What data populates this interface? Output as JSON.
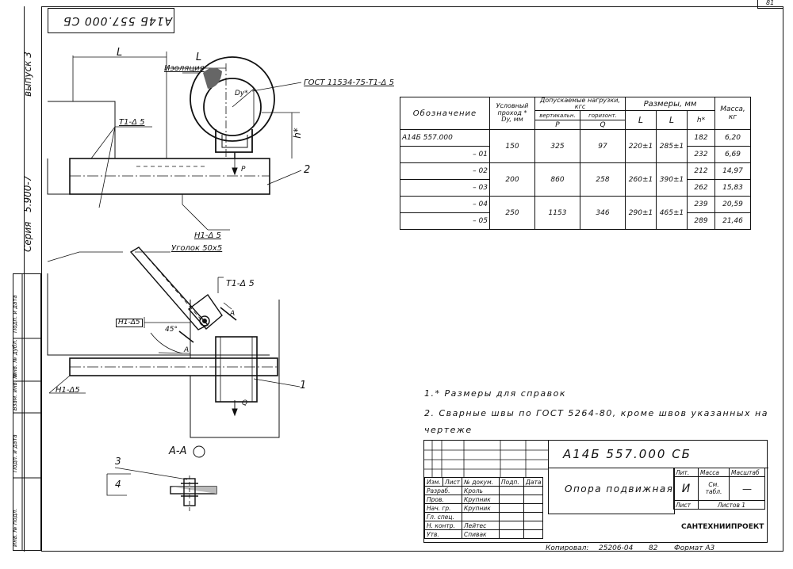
{
  "sheet_number": "81",
  "mirrored_code": "А14Б 557.000 СБ",
  "left_strip": {
    "issue": "выпуск 3",
    "series_value": "5.900-7",
    "series_label": "Серия",
    "stamps": [
      "Подп. и дата",
      "Инв. № дубл.",
      "Взам. инв. №",
      "Подп. и дата",
      "Инв. № подл."
    ]
  },
  "labels": {
    "dim_L1": "L",
    "dim_L2": "L",
    "insulation": "Изоляция",
    "gost_weld": "ГОСТ 11534-75-Т1-Δ 5",
    "dy": "Dy*",
    "h_star": "h*",
    "p_load": "P",
    "t1_top": "Т1-Δ 5",
    "pos2": "2",
    "h1_top": "Н1-Δ 5",
    "angle": "Уголок 50х5",
    "t1_mid": "Т1-Δ 5",
    "h1_mid": "Н1-Δ5",
    "deg45": "45°",
    "a_mark1": "А",
    "a_mark2": "А",
    "pos1": "1",
    "q_load": "Q",
    "h1_low": "Н1-Δ5",
    "section_aa": "А-А",
    "pos3": "3",
    "pos4": "4"
  },
  "spec_table": {
    "headers": {
      "designation": "Обозначение",
      "nominal": "Условный проход * Dy, мм",
      "loads": "Допускаемые нагрузки, кгс",
      "vertical": "вертикальн.",
      "horizontal": "горизонт.",
      "p": "P",
      "q": "Q",
      "sizes": "Размеры, мм",
      "L": "L",
      "l": "L",
      "h": "h*",
      "mass": "Масса, кг"
    },
    "groups": [
      {
        "dy": "150",
        "p": "325",
        "q": "97",
        "L": "220±1",
        "l": "285±1",
        "rows": [
          {
            "code": "А14Б 557.000",
            "h": "182",
            "mass": "6,20"
          },
          {
            "code": "– 01",
            "h": "232",
            "mass": "6,69"
          }
        ]
      },
      {
        "dy": "200",
        "p": "860",
        "q": "258",
        "L": "260±1",
        "l": "390±1",
        "rows": [
          {
            "code": "– 02",
            "h": "212",
            "mass": "14,97"
          },
          {
            "code": "– 03",
            "h": "262",
            "mass": "15,83"
          }
        ]
      },
      {
        "dy": "250",
        "p": "1153",
        "q": "346",
        "L": "290±1",
        "l": "465±1",
        "rows": [
          {
            "code": "– 04",
            "h": "239",
            "mass": "20,59"
          },
          {
            "code": "– 05",
            "h": "289",
            "mass": "21,46"
          }
        ]
      }
    ]
  },
  "notes": {
    "n1": "1.* Размеры для справок",
    "n2": "2. Сварные швы по ГОСТ 5264-80, кроме швов указанных на",
    "n2b": "чертеже"
  },
  "title_block": {
    "doc_code": "А14Б 557.000 СБ",
    "doc_name": "Опора подвижная",
    "col_headers": [
      "Изм.",
      "Лист",
      "№ докум.",
      "Подп.",
      "Дата"
    ],
    "people": [
      {
        "role": "Разраб.",
        "name": "Кроль"
      },
      {
        "role": "Пров.",
        "name": "Крупник"
      },
      {
        "role": "Нач. гр.",
        "name": "Крупник"
      },
      {
        "role": "Гл. спец.",
        "name": ""
      },
      {
        "role": "Н. контр.",
        "name": "Лейтес"
      },
      {
        "role": "Утв.",
        "name": "Спивак"
      }
    ],
    "lit_label": "Лит.",
    "lit_value": "И",
    "mass_label": "Масса",
    "mass_value": "См. табл.",
    "scale_label": "Масштаб",
    "scale_value": "—",
    "sheet_label": "Лист",
    "sheets_label": "Листов 1",
    "org": "САНТЕХНИИПРОЕКТ"
  },
  "footer": {
    "copied": "Копировал:",
    "copy_number": "25206-04",
    "copy_extra": "82",
    "format": "Формат А3"
  }
}
